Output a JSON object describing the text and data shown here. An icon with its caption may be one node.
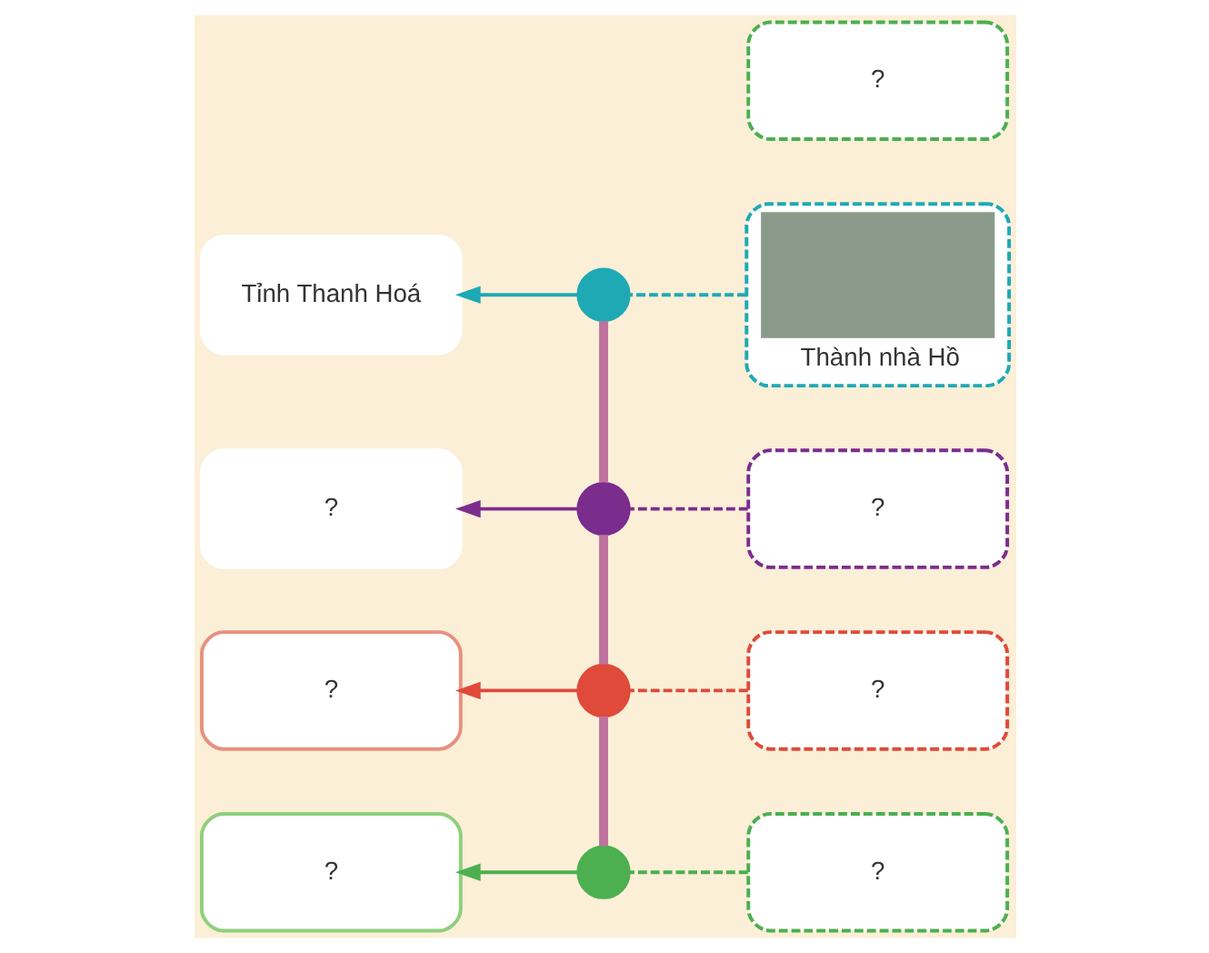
{
  "diagram": {
    "nodes": [
      {
        "text": [
          "Tỉnh Thanh Hoá"
        ]
      },
      {
        "text": [],
        "shape": "circle"
      },
      {
        "text": [
          "Thành nhà Hồ"
        ]
      },
      {
        "text": [
          "?"
        ]
      },
      {
        "text": [],
        "shape": "circle"
      },
      {
        "text": [
          "?"
        ]
      },
      {
        "text": [
          "?"
        ]
      },
      {
        "text": [],
        "shape": "circle"
      },
      {
        "text": [
          "?"
        ]
      },
      {
        "text": [
          "?"
        ]
      },
      {
        "text": [],
        "shape": "circle"
      },
      {
        "text": [
          "?"
        ]
      },
      {
        "text": [
          "?"
        ]
      }
    ],
    "edges": [
      {
        "from": 1,
        "to": 0,
        "arrow": "to",
        "color": "#1fa9b5"
      },
      {
        "from": 2,
        "to": 1,
        "arrow": "none",
        "style": "dashed",
        "color": "#1fa9b5"
      },
      {
        "from": 4,
        "to": 3,
        "arrow": "to",
        "color": "#7b2d8e"
      },
      {
        "from": 5,
        "to": 4,
        "arrow": "none",
        "style": "dashed",
        "color": "#7b2d8e"
      },
      {
        "from": 7,
        "to": 6,
        "arrow": "to",
        "color": "#e04a3a"
      },
      {
        "from": 8,
        "to": 7,
        "arrow": "none",
        "style": "dashed",
        "color": "#e04a3a"
      },
      {
        "from": 10,
        "to": 9,
        "arrow": "to",
        "color": "#4caf50"
      },
      {
        "from": 11,
        "to": 10,
        "arrow": "none",
        "style": "dashed",
        "color": "#4caf50"
      },
      {
        "from": 1,
        "to": 4,
        "arrow": "none",
        "style": "thick",
        "color": "#c0729e"
      },
      {
        "from": 4,
        "to": 7,
        "arrow": "none",
        "style": "thick",
        "color": "#c0729e"
      },
      {
        "from": 7,
        "to": 10,
        "arrow": "none",
        "style": "thick",
        "color": "#c0729e"
      }
    ]
  }
}
